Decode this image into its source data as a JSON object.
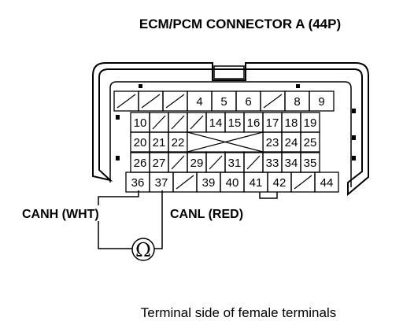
{
  "title": "ECM/PCM CONNECTOR A (44P)",
  "caption": "Terminal side of female terminals",
  "probes": {
    "canh_label": "CANH (WHT)",
    "canl_label": "CANL (RED)",
    "meter_symbol": "Ω"
  },
  "connector": {
    "rows": [
      [
        "",
        "",
        "",
        "4",
        "5",
        "6",
        "",
        "8",
        "9"
      ],
      [
        "10",
        "",
        "",
        "",
        "14",
        "15",
        "16",
        "17",
        "18",
        "19"
      ],
      [
        "20",
        "21",
        "22",
        "",
        "",
        "",
        "",
        "23",
        "24",
        "25"
      ],
      [
        "26",
        "27",
        "",
        "29",
        "",
        "31",
        "",
        "33",
        "34",
        "35"
      ],
      [
        "36",
        "37",
        "",
        "39",
        "40",
        "41",
        "42",
        "",
        "44"
      ]
    ]
  }
}
